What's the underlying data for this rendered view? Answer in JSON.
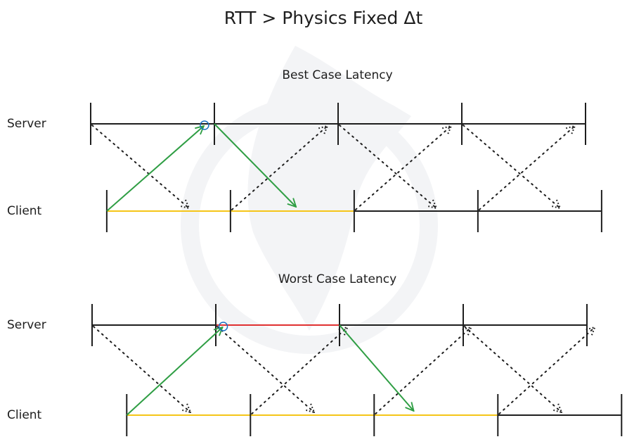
{
  "title": "RTT > Physics Fixed Δt",
  "colors": {
    "ink": "#1e1e1e",
    "green_arrow": "#2f9e44",
    "yellow_wait": "#f5c518",
    "red_delay": "#e03131",
    "blue_marker": "#1971c2",
    "watermark": "#f1f3f5"
  },
  "panels": [
    {
      "id": "best",
      "heading": "Best Case Latency",
      "server_label": "Server",
      "client_label": "Client",
      "server_ticks": 5,
      "client_ticks": 5,
      "client_offset_fraction": 0.13,
      "yellow_client_intervals": [
        0,
        1
      ],
      "red_server_intervals": [],
      "input_arrow": {
        "from_client_tick": 0,
        "to_server_fraction": 0.92
      },
      "response_arrow": {
        "from_server_tick": 1,
        "to_client_fraction": 1.66
      },
      "dotted_down": [
        0,
        2,
        3
      ],
      "dotted_up": [
        1,
        2,
        3
      ]
    },
    {
      "id": "worst",
      "heading": "Worst Case Latency",
      "server_label": "Server",
      "client_label": "Client",
      "server_ticks": 5,
      "client_ticks": 5,
      "client_offset_fraction": 0.28,
      "yellow_client_intervals": [
        0,
        1,
        2
      ],
      "red_server_intervals": [
        1
      ],
      "input_arrow": {
        "from_client_tick": 0,
        "to_server_fraction": 1.06
      },
      "response_arrow": {
        "from_server_tick": 2,
        "to_client_fraction": 2.6
      },
      "dotted_down": [
        0,
        1,
        3
      ],
      "dotted_up": [
        1,
        2,
        3
      ]
    }
  ]
}
